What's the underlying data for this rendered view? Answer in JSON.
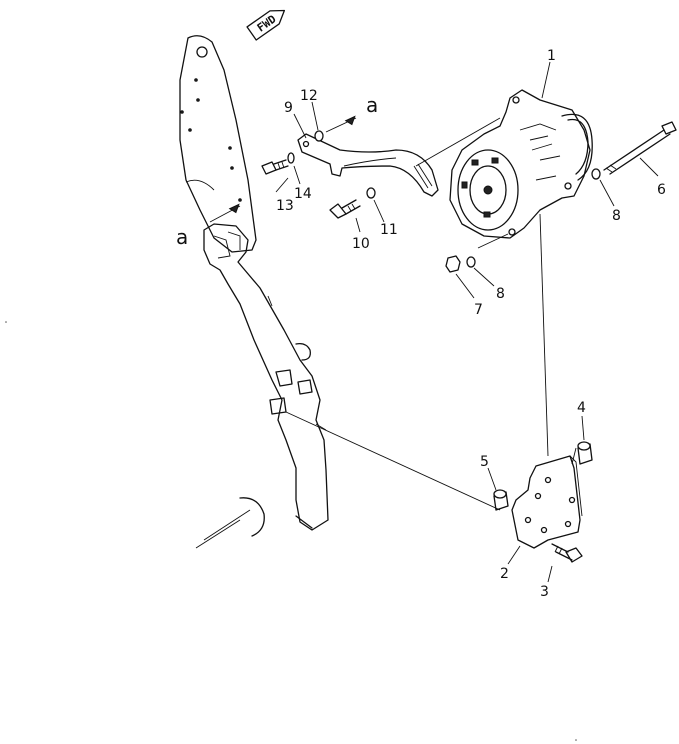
{
  "orientation": {
    "label": "FWD"
  },
  "callouts": {
    "c1": "1",
    "c2": "2",
    "c3": "3",
    "c4": "4",
    "c5": "5",
    "c6": "6",
    "c7": "7",
    "c8a": "8",
    "c8b": "8",
    "c9": "9",
    "c10": "10",
    "c11": "11",
    "c12": "12",
    "c13": "13",
    "c14": "14"
  },
  "view_marks": {
    "upper": "a",
    "lower": "a"
  }
}
